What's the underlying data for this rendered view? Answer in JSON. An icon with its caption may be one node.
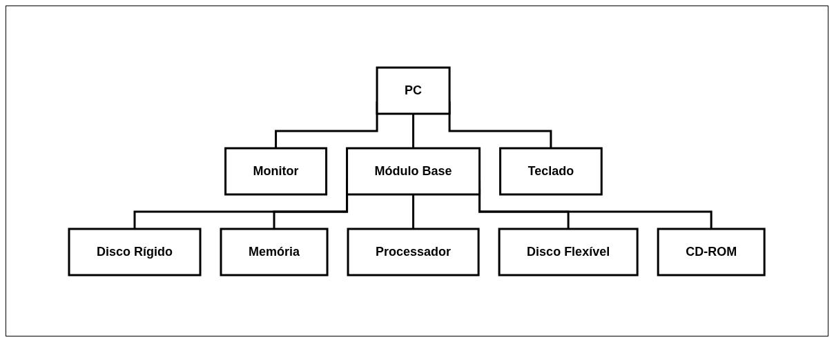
{
  "diagram": {
    "nodes": [
      {
        "text": [
          "PC"
        ]
      },
      {
        "text": [
          "Monitor"
        ]
      },
      {
        "text": [
          "Módulo Base"
        ]
      },
      {
        "text": [
          "Teclado"
        ]
      },
      {
        "text": [
          "Disco Rígido"
        ]
      },
      {
        "text": [
          "Memória"
        ]
      },
      {
        "text": [
          "Processador"
        ]
      },
      {
        "text": [
          "Disco Flexível"
        ]
      },
      {
        "text": [
          "CD-ROM"
        ]
      }
    ],
    "edges": [
      {
        "from": 0,
        "to": 1,
        "arrow": "none"
      },
      {
        "from": 0,
        "to": 2,
        "arrow": "none"
      },
      {
        "from": 0,
        "to": 3,
        "arrow": "none"
      },
      {
        "from": 2,
        "to": 4,
        "arrow": "none"
      },
      {
        "from": 2,
        "to": 5,
        "arrow": "none"
      },
      {
        "from": 2,
        "to": 6,
        "arrow": "none"
      },
      {
        "from": 2,
        "to": 7,
        "arrow": "none"
      },
      {
        "from": 2,
        "to": 8,
        "arrow": "none"
      }
    ]
  }
}
